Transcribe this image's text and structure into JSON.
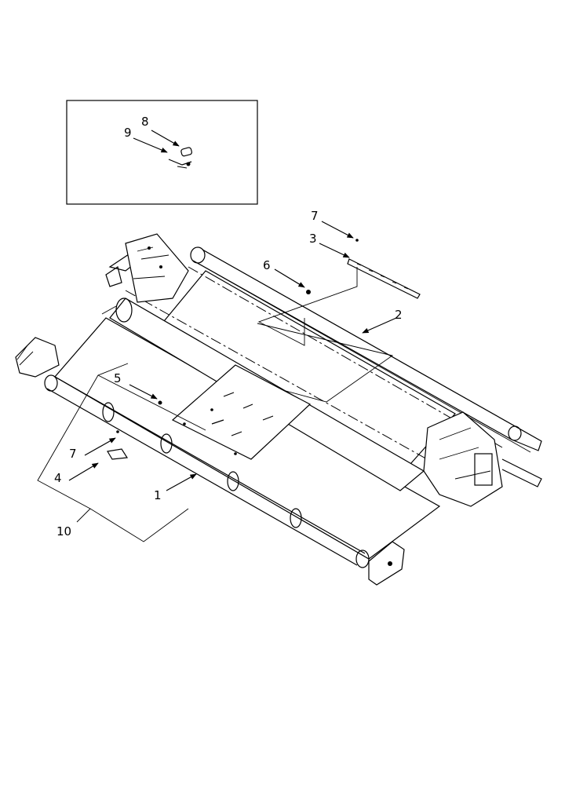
{
  "callouts": [
    {
      "id": "c1",
      "text": "1"
    },
    {
      "id": "c2",
      "text": "2"
    },
    {
      "id": "c3",
      "text": "3"
    },
    {
      "id": "c4",
      "text": "4"
    },
    {
      "id": "c5",
      "text": "5"
    },
    {
      "id": "c6",
      "text": "6"
    },
    {
      "id": "c7a",
      "text": "7"
    },
    {
      "id": "c7b",
      "text": "7"
    },
    {
      "id": "c8",
      "text": "8"
    },
    {
      "id": "c9",
      "text": "9"
    },
    {
      "id": "c10",
      "text": "10"
    }
  ]
}
